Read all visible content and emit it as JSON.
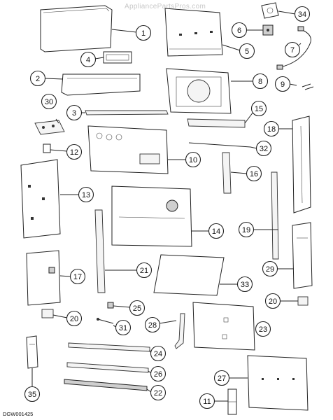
{
  "watermark": "AppliancePartsPros.com",
  "diagram_code": "DGW001425",
  "callouts": [
    {
      "label": "1"
    },
    {
      "label": "2"
    },
    {
      "label": "3"
    },
    {
      "label": "4"
    },
    {
      "label": "5"
    },
    {
      "label": "6"
    },
    {
      "label": "7"
    },
    {
      "label": "8"
    },
    {
      "label": "9"
    },
    {
      "label": "10"
    },
    {
      "label": "11"
    },
    {
      "label": "12"
    },
    {
      "label": "13"
    },
    {
      "label": "14"
    },
    {
      "label": "15"
    },
    {
      "label": "16"
    },
    {
      "label": "17"
    },
    {
      "label": "18"
    },
    {
      "label": "19"
    },
    {
      "label": "20"
    },
    {
      "label": "20"
    },
    {
      "label": "21"
    },
    {
      "label": "22"
    },
    {
      "label": "23"
    },
    {
      "label": "24"
    },
    {
      "label": "25"
    },
    {
      "label": "26"
    },
    {
      "label": "27"
    },
    {
      "label": "28"
    },
    {
      "label": "29"
    },
    {
      "label": "30"
    },
    {
      "label": "31"
    },
    {
      "label": "32"
    },
    {
      "label": "33"
    },
    {
      "label": "34"
    },
    {
      "label": "35"
    }
  ]
}
